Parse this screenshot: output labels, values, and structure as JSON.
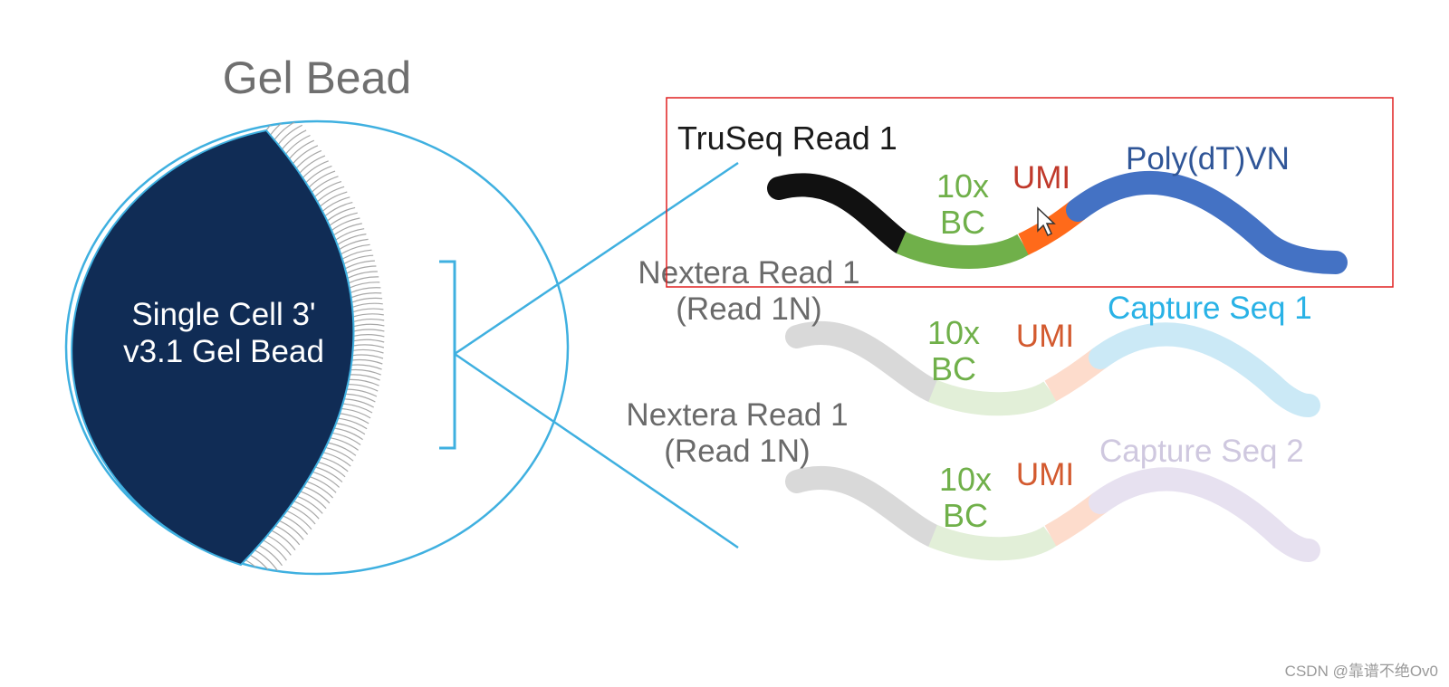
{
  "title": "Gel Bead",
  "bead": {
    "label_line1": "Single Cell 3'",
    "label_line2": "v3.1 Gel Bead"
  },
  "oligos": [
    {
      "read_label": [
        "TruSeq Read 1"
      ],
      "bc_label": [
        "10x",
        "BC"
      ],
      "umi_label": "UMI",
      "capture_label": "Poly(dT)VN",
      "highlighted": true
    },
    {
      "read_label": [
        "Nextera Read 1",
        "(Read 1N)"
      ],
      "bc_label": [
        "10x",
        "BC"
      ],
      "umi_label": "UMI",
      "capture_label": "Capture Seq 1",
      "highlighted": false
    },
    {
      "read_label": [
        "Nextera Read 1",
        "(Read 1N)"
      ],
      "bc_label": [
        "10x",
        "BC"
      ],
      "umi_label": "UMI",
      "capture_label": "Capture Seq 2",
      "highlighted": false
    }
  ],
  "watermark": "CSDN @靠谱不绝Ov0",
  "colors": {
    "bead_fill": "#102c55",
    "outline": "#3fb0e0",
    "read": "#111111",
    "bc": "#70b04a",
    "umi": "#ff6a1a",
    "polydt": "#4472c4",
    "capture1": "#cbe9f6",
    "capture2": "#e7e1f0",
    "faded_read": "#d9d9d9",
    "faded_bc": "#e2efd8",
    "faded_umi": "#fddccc",
    "selection_box": "#e02020"
  }
}
